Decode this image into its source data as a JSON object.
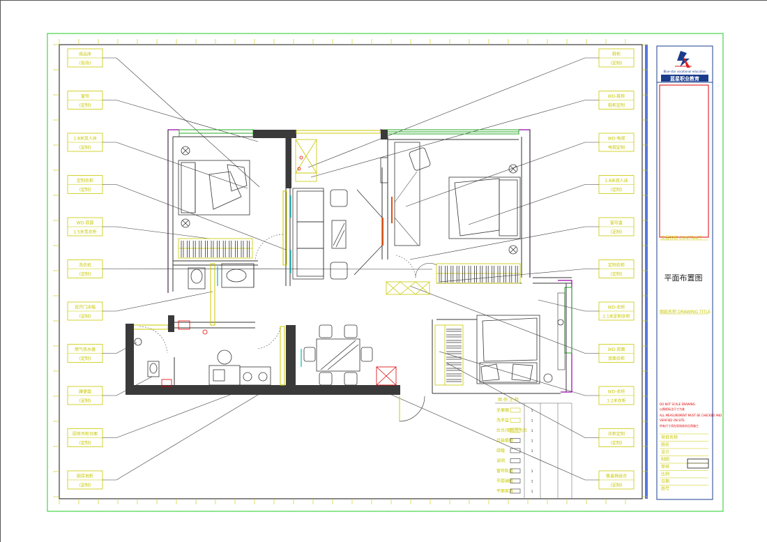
{
  "title_block": {
    "logo_text_en": "Blue-star vocational education",
    "logo_text_cn": "蓝星职业教育",
    "drawing_title": "平面布置图"
  },
  "callouts_left": [
    {
      "t": "成品床",
      "s": "(现场)"
    },
    {
      "t": "窗帘",
      "s": "(定制)"
    },
    {
      "t": "1.8米双人床",
      "s": "(定制)"
    },
    {
      "t": "定制衣柜",
      "s": "(定制)"
    },
    {
      "t": "WD-双面",
      "s": "1.5米宽衣柜"
    },
    {
      "t": "洗衣机",
      "s": "(定制)"
    },
    {
      "t": "双开门冰箱",
      "s": "(定制)"
    },
    {
      "t": "燃气热水器",
      "s": "(定制)"
    },
    {
      "t": "蹲便器",
      "s": "(定制)"
    },
    {
      "t": "厨房吊柜台面",
      "s": "(定制)"
    },
    {
      "t": "厨房地柜",
      "s": "(定制)"
    }
  ],
  "callouts_right": [
    {
      "t": "鞋柜",
      "s": "(定制)"
    },
    {
      "t": "WD-鞋柜",
      "s": "鞋柜定制"
    },
    {
      "t": "WD-电视",
      "s": "电视定制"
    },
    {
      "t": "1.8米双人床",
      "s": "(定制)"
    },
    {
      "t": "窗帘盒",
      "s": "(定制)"
    },
    {
      "t": "定制衣柜",
      "s": "(定制)"
    },
    {
      "t": "WD-衣柜",
      "s": "2.1米定制衣柜"
    },
    {
      "t": "WD-双面",
      "s": "双面衣柜"
    },
    {
      "t": "WD-衣柜",
      "s": "1.2米衣柜"
    },
    {
      "t": "衣柜定制",
      "s": "(定制)"
    },
    {
      "t": "餐桌椅组合",
      "s": "(定制)"
    }
  ],
  "legend": {
    "title": "图 例 注 释",
    "rows": [
      {
        "name": "坐便器",
        "qty": "1"
      },
      {
        "name": "洗手盆",
        "qty": "1"
      },
      {
        "name": "灶台/双眼燃气灶",
        "qty": "1"
      },
      {
        "name": "盆栽植物",
        "qty": "1"
      },
      {
        "name": "绿植",
        "qty": "1"
      },
      {
        "name": "说明",
        "qty": ""
      },
      {
        "name": "窗帘轨道",
        "qty": "1"
      },
      {
        "name": "平面铺装",
        "qty": "1"
      },
      {
        "name": "平面家具",
        "qty": "1"
      }
    ]
  },
  "notes": {
    "line1": "DO NOT SCALE DRAWING.",
    "line2": "以图纸标注尺寸为准",
    "line3": "ALL MEASUREMENT MUST BE CHECKED AND",
    "line4": "VERIFIED ON SITE.",
    "line5": "所有尺寸须在现场核实后再施工",
    "rows": [
      "项目名称",
      "图名",
      "设计",
      "制图",
      "审核",
      "比例",
      "日期",
      "图号"
    ]
  },
  "colors": {
    "frame": "#22cc22",
    "callout": "#c8c800",
    "wall": "#3a3a3a",
    "titleblock_blue": "#1a3c8c",
    "red": "#e00000",
    "cyan": "#20c8c8",
    "magenta": "#9900aa"
  }
}
